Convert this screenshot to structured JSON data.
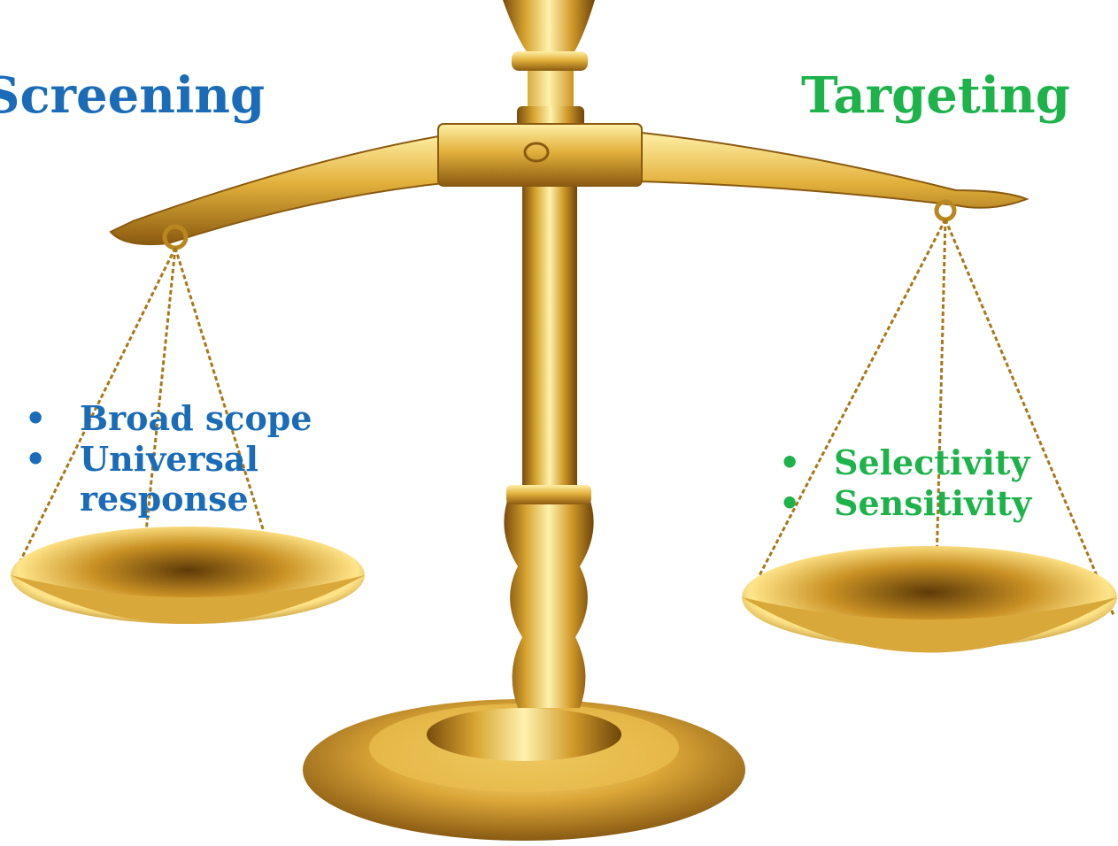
{
  "left_heading": "Screening",
  "right_heading": "Targeting",
  "left_items": [
    "Broad scope",
    "Universal response"
  ],
  "right_items": [
    "Selectivity",
    "Sensitivity"
  ],
  "colors": {
    "left_text": "#1a6bb8",
    "right_text": "#1db34a",
    "gold_light": "#fff1a8",
    "gold_mid": "#e0b23a",
    "gold_dark": "#8a5a10"
  },
  "icons": {
    "scale": "balance-scale-icon"
  }
}
